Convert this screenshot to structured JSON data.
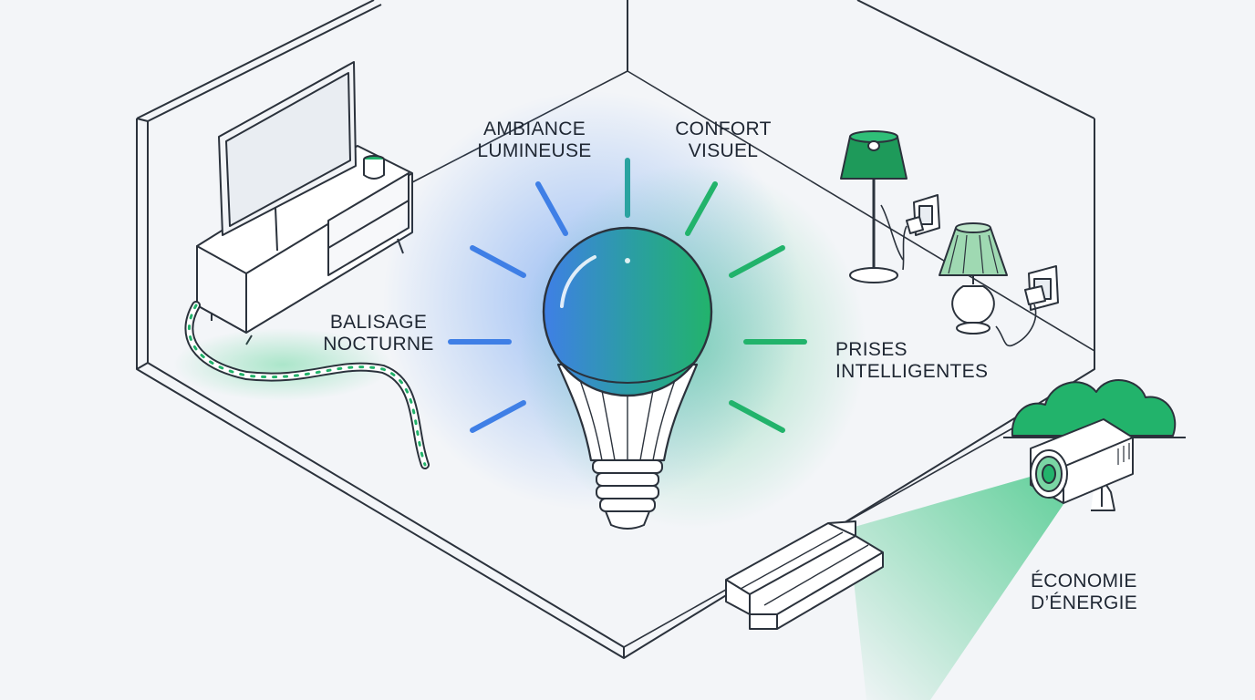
{
  "labels": {
    "ambiance": {
      "line1": "AMBIANCE",
      "line2": "LUMINEUSE"
    },
    "confort": {
      "line1": "CONFORT",
      "line2": "VISUEL"
    },
    "balisage": {
      "line1": "BALISAGE",
      "line2": "NOCTURNE"
    },
    "prises": {
      "line1": "PRISES",
      "line2": "INTELLIGENTES"
    },
    "economie": {
      "line1": "ÉCONOMIE",
      "line2": "D’ÉNERGIE"
    }
  },
  "colors": {
    "blue": "#3f7fe6",
    "green": "#22b36b",
    "dark_green": "#1e9a5a",
    "light_green": "#9fd9b2",
    "outline": "#2b323c",
    "background": "#f3f5f8"
  },
  "icons": [
    "light-bulb-icon",
    "tv-icon",
    "floor-lamp-icon",
    "table-lamp-icon",
    "smart-plug-icon",
    "led-strip-icon",
    "projector-icon",
    "bush-icon",
    "stairs-icon"
  ]
}
